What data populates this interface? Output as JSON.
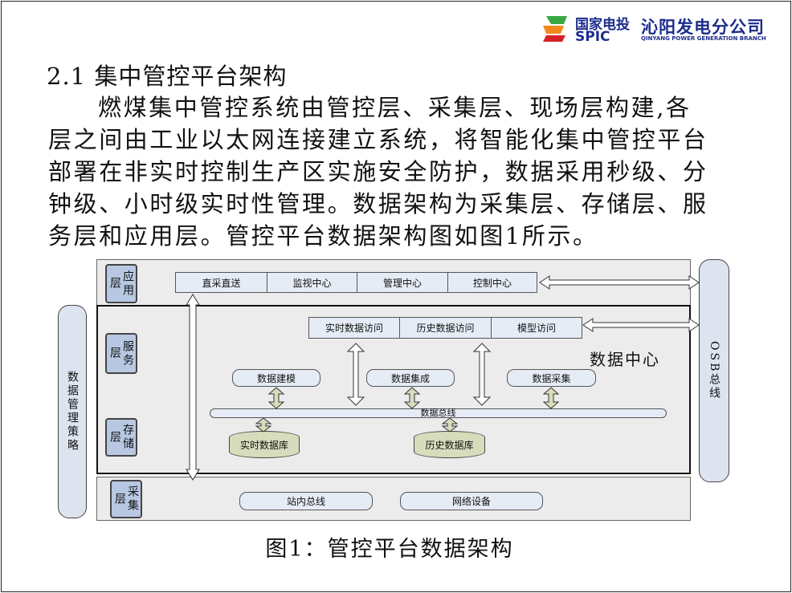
{
  "logo": {
    "cn": "国家电投",
    "en": "SPIC",
    "company": "沁阳发电分公司",
    "company_en": "QINYANG POWER GENERATION BRANCH"
  },
  "section_title": "2.1 集中管控平台架构",
  "paragraph_lines": [
    "燃煤集中管控系统由管控层、采集层、现场层构建,各",
    "层之间由工业以太网连接建立系统，将智能化集中管控平台",
    "部署在非实时控制生产区实施安全防护，数据采用秒级、分",
    "钟级、小时级实时性管理。数据架构为采集层、存储层、服",
    "务层和应用层。管控平台数据架构图如图1所示。"
  ],
  "diagram": {
    "layers": {
      "app": "应用层",
      "service": "服务层",
      "storage": "存储层",
      "collect": "采集层"
    },
    "app_items": [
      "直采直送",
      "监视中心",
      "管理中心",
      "控制中心"
    ],
    "service_items": [
      "实时数据访问",
      "历史数据访问",
      "模型访问"
    ],
    "data_center": "数据中心",
    "service_pills": [
      "数据建模",
      "数据集成",
      "数据采集"
    ],
    "bus": "数据总线",
    "databases": [
      "实时数据库",
      "历史数据库"
    ],
    "collect_items": [
      "站内总线",
      "网络设备"
    ],
    "osb": "OSB总线",
    "left_strategy": "数据管理策略"
  },
  "caption": "图1：管控平台数据架构"
}
